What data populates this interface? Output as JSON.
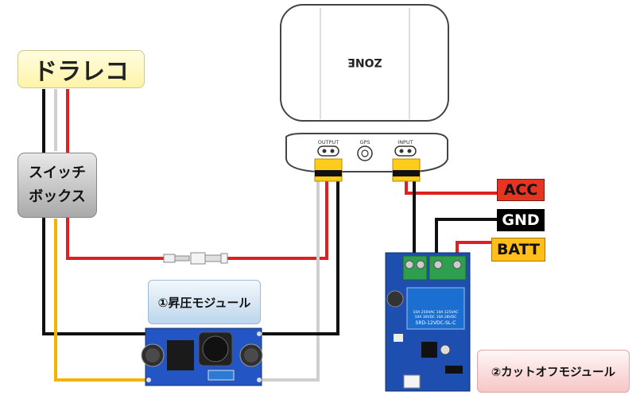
{
  "labels": {
    "dashcam": "ドラレコ",
    "switch_box_line1": "スイッチ",
    "switch_box_line2": "ボックス",
    "acc": "ACC",
    "gnd": "GND",
    "batt": "BATT",
    "boost_module": "①昇圧モジュール",
    "cutoff_module": "②カットオフモジュール"
  },
  "device": {
    "brand": "ZONE",
    "port_output": "OUTPUT",
    "port_gps": "GPS",
    "port_input": "INPUT"
  },
  "relay": {
    "model": "SRD-12VDC-SL-C",
    "rating_line1": "10A 250VAC 10A 125VAC",
    "rating_line2": "10A 30VDC 10A 28VDC"
  },
  "colors": {
    "wire_red": "#e02020",
    "wire_black": "#111111",
    "wire_yellow": "#f2b400",
    "wire_gray": "#cfcfcf",
    "pcb_blue": "#1e4fb0",
    "terminal_green": "#2e9e4f"
  }
}
